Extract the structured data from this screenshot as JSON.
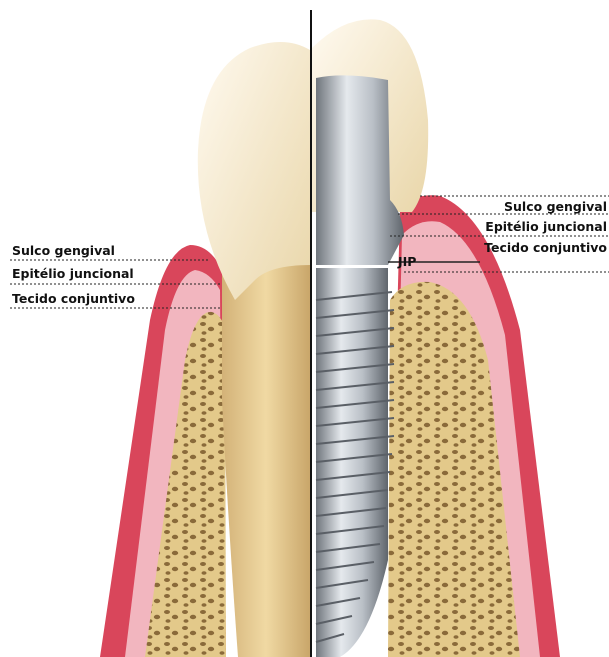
{
  "labels": {
    "left": {
      "sulcus": "Sulco gengival",
      "junctional": "Epitélio juncional",
      "connective": "Tecido conjuntivo"
    },
    "right": {
      "sulcus": "Sulco gengival",
      "junctional": "Epitélio juncional",
      "connective": "Tecido conjuntivo",
      "jip": "JIP"
    }
  },
  "colors": {
    "gingiva": "#d9465b",
    "gingiva_inner": "#f2b6bf",
    "bone": "#e3c98a",
    "bone_pores": "#8a6a3a",
    "enamel": "#f3e6c4",
    "dentin": "#e6c88f",
    "titanium": "#b9bfc6"
  }
}
